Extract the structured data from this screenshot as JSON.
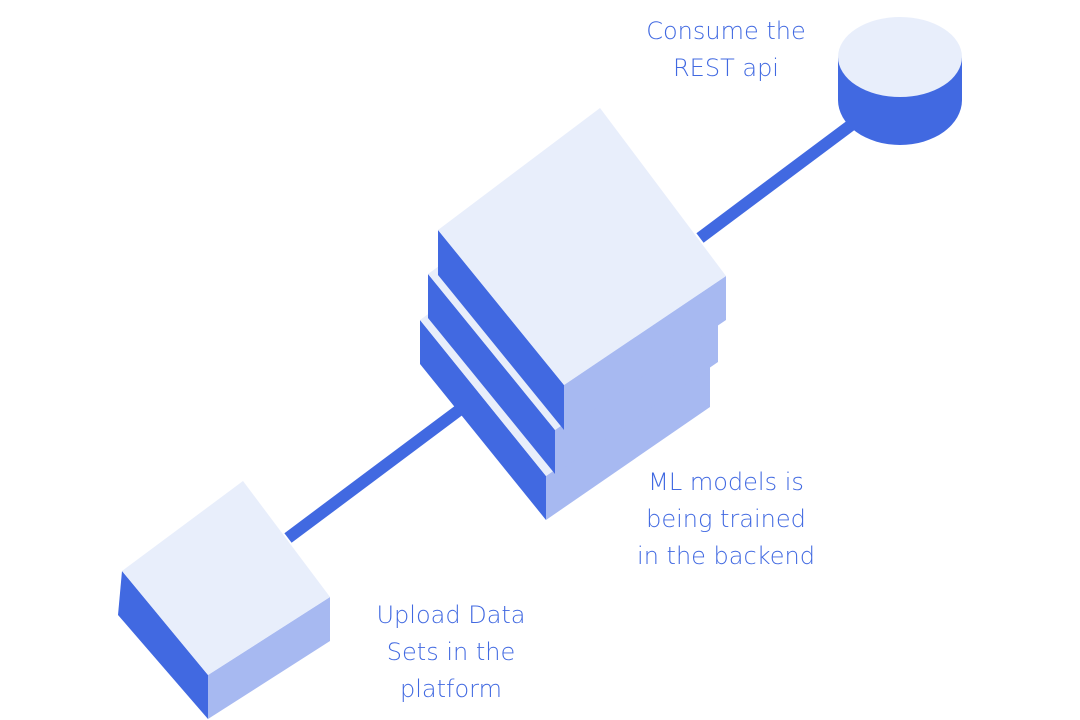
{
  "colors": {
    "top": "#e8eefb",
    "left": "#4169e1",
    "right": "#a7b9f1",
    "line": "#4169e1",
    "text": "#4169e1"
  },
  "labels": {
    "consume_api": [
      "Consume the",
      "REST api"
    ],
    "ml_training": [
      "ML models is",
      "being trained",
      "in the backend"
    ],
    "upload_data": [
      "Upload Data",
      "Sets in the",
      "platform"
    ]
  },
  "nodes": [
    {
      "id": "database",
      "shape": "cylinder",
      "label": "consume_api"
    },
    {
      "id": "server-stack",
      "shape": "stacked-blocks",
      "layers": 3,
      "label": "ml_training"
    },
    {
      "id": "data-block",
      "shape": "block",
      "label": "upload_data"
    }
  ],
  "edges": [
    {
      "from": "data-block",
      "to": "server-stack"
    },
    {
      "from": "server-stack",
      "to": "database"
    }
  ]
}
